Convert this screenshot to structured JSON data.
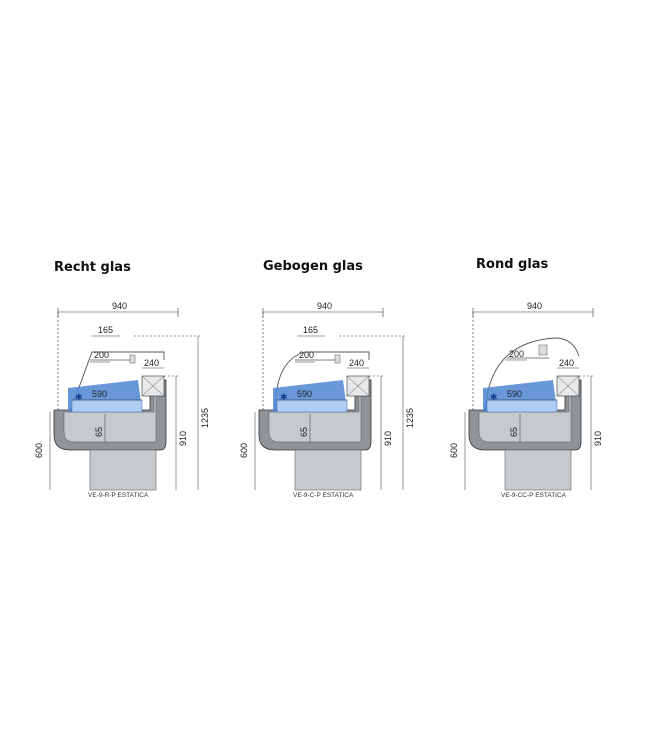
{
  "panels": [
    {
      "title": "Recht glas",
      "width": "940",
      "shelf_depth": "165",
      "shelf_height": "200",
      "storage": "240",
      "tray": "590",
      "tray_height": "65",
      "base_height": "600",
      "counter_height": "910",
      "total_height": "1235",
      "caption": "VE-9-R-P ESTATICA"
    },
    {
      "title": "Gebogen glas",
      "width": "940",
      "shelf_depth": "165",
      "shelf_height": "200",
      "storage": "240",
      "tray": "590",
      "tray_height": "65",
      "base_height": "600",
      "counter_height": "910",
      "total_height": "1235",
      "caption": "VE-9-C-P ESTATICA"
    },
    {
      "title": "Rond glas",
      "width": "940",
      "shelf_height": "200",
      "storage": "240",
      "tray": "590",
      "tray_height": "65",
      "base_height": "600",
      "counter_height": "910",
      "caption": "VE-9-CC-P ESTATICA"
    }
  ],
  "colors": {
    "body": "#8f9498",
    "body_light": "#c7cacd",
    "tray": "#4f86d4",
    "tray_light": "#aecdf2",
    "line": "#333333"
  },
  "icons": [
    "snowflake-icon"
  ]
}
